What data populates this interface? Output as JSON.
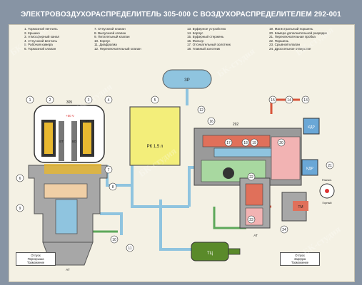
{
  "title": "ЭЛЕКТРОВОЗДУХОРАСПРЕДЕЛИТЕЛЬ 305-000 С ВОЗДУХОРАСПРЕДЕЛИТЕЛЕМ 292-001",
  "legend": {
    "col1": [
      "1. Тормозной вентиль",
      "2. Крышка",
      "3. Атмосферный канал",
      "4. Отпускной вентиль",
      "5. Рабочая камера",
      "6. Тормозной клапан"
    ],
    "col2": [
      "7. Отпускной клапан",
      "8. Выпускной клапан",
      "9. Питательный клапан",
      "10. Корпус",
      "11. Диафрагма",
      "12. Переключательный клапан"
    ],
    "col3": [
      "13. Буферное устройство",
      "14. Корпус",
      "15. Буферный стержень",
      "16. Фильтр",
      "17. Отсекательный золотник",
      "18. Главный золотник"
    ],
    "col4": [
      "19. Магистральный поршень",
      "20. Камера дополнительной разрядки",
      "21. Переключательная пробка",
      "22. Поршень",
      "23. Срывной клапан",
      "24. Дроссельное отверстие"
    ]
  },
  "labels": {
    "zr": "ЗР",
    "rk": "РК 1,5 л",
    "tc": "ТЦ",
    "kdr_top": "КДР",
    "kdr_mid": "КДР",
    "tm": "ТМ",
    "at": "АТ",
    "block305": "305",
    "block292": "292",
    "voltage": "+50 V",
    "vt": "ВТ",
    "vo": "ВО",
    "hold_mode": "Отпуск",
    "hold_mode2": "Перекрыша",
    "hold_mode3": "Торможение",
    "mode_right1": "Отпуск",
    "mode_right2": "Зарядка",
    "mode_right3": "Торможение",
    "valve_top": "Равнин.",
    "valve_bot": "Горный"
  },
  "callouts": [
    "1",
    "2",
    "3",
    "4",
    "5",
    "6",
    "7",
    "8",
    "9",
    "10",
    "11",
    "12",
    "13",
    "14",
    "15",
    "16",
    "17",
    "18",
    "19",
    "20",
    "21",
    "22",
    "23",
    "24"
  ],
  "watermark": "БК-студия",
  "colors": {
    "background": "#8794a4",
    "panel": "#f4f1e4",
    "zr_yellow": "#f3ee7a",
    "air_blue": "#8fc4df",
    "atm_green": "#a8d8a0",
    "tm_red": "#e0705a",
    "body_gray": "#9a9a9a",
    "pink": "#f2b3b3",
    "tc_green": "#5a8a2a"
  }
}
